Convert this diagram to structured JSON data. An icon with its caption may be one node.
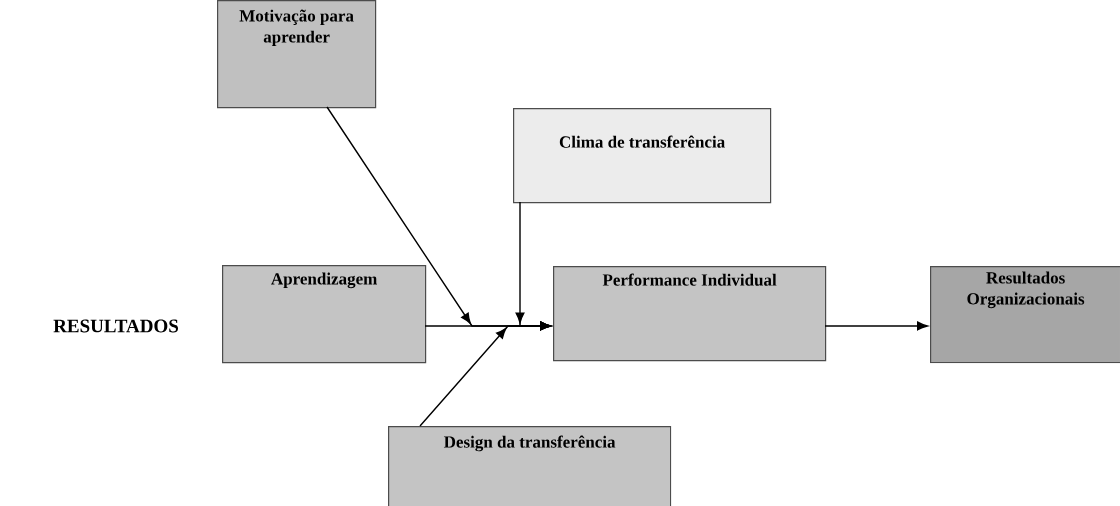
{
  "diagram": {
    "nodes": [
      {
        "text": [
          "Motivação para aprender"
        ]
      },
      {
        "text": [
          "Clima de transferência"
        ]
      },
      {
        "text": [
          "Aprendizagem"
        ]
      },
      {
        "text": [
          "Performance Individual"
        ]
      },
      {
        "text": [
          "Resultados Organizacionais"
        ]
      },
      {
        "text": [
          "Design da transferência"
        ]
      }
    ],
    "edges": [
      {
        "from": 2,
        "to": 3,
        "arrow": "to"
      },
      {
        "from": 0,
        "to": 3,
        "arrow": "to"
      },
      {
        "from": 1,
        "to": 3,
        "arrow": "to"
      },
      {
        "from": 5,
        "to": 3,
        "arrow": "to"
      },
      {
        "from": 3,
        "to": 4,
        "arrow": "to"
      }
    ],
    "labels": [
      "RESULTADOS"
    ]
  }
}
